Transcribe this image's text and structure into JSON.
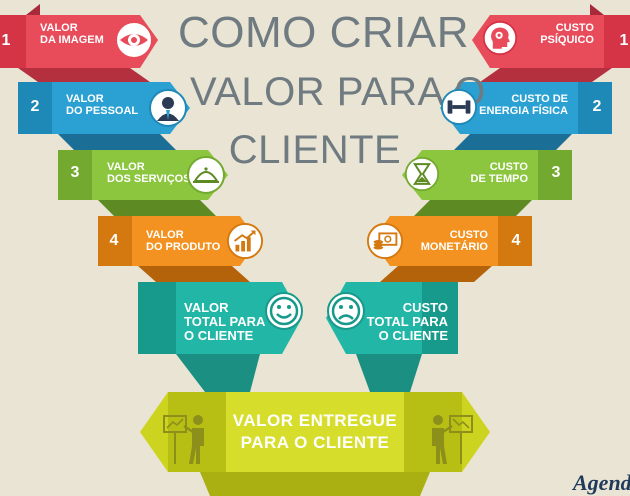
{
  "title": {
    "line1": "COMO CRIAR",
    "line2": "VALOR PARA O",
    "line3": "CLIENTE"
  },
  "left_items": [
    {
      "number": "1",
      "line1": "VALOR",
      "line2": "DA IMAGEM",
      "icon": "eye-icon",
      "color": "#e84b5a"
    },
    {
      "number": "2",
      "line1": "VALOR",
      "line2": "DO PESSOAL",
      "icon": "person-icon",
      "color": "#2ba1d3"
    },
    {
      "number": "3",
      "line1": "VALOR",
      "line2": "DOS SERVIÇOS",
      "icon": "service-cloche-icon",
      "color": "#8cc63f"
    },
    {
      "number": "4",
      "line1": "VALOR",
      "line2": "DO PRODUTO",
      "icon": "growth-chart-icon",
      "color": "#f39221"
    }
  ],
  "right_items": [
    {
      "number": "1",
      "line1": "CUSTO",
      "line2": "PSÍQUICO",
      "icon": "head-gear-icon",
      "color": "#e84b5a"
    },
    {
      "number": "2",
      "line1": "CUSTO DE",
      "line2": "ENERGIA FÍSICA",
      "icon": "dumbbell-icon",
      "color": "#2ba1d3"
    },
    {
      "number": "3",
      "line1": "CUSTO",
      "line2": "DE TEMPO",
      "icon": "hourglass-icon",
      "color": "#8cc63f"
    },
    {
      "number": "4",
      "line1": "CUSTO",
      "line2": "MONETÁRIO",
      "icon": "money-icon",
      "color": "#f39221"
    }
  ],
  "total_left": {
    "line1": "VALOR",
    "line2": "TOTAL PARA",
    "line3": "O CLIENTE",
    "icon": "smiley-icon",
    "color": "#22b6a6"
  },
  "total_right": {
    "line1": "CUSTO",
    "line2": "TOTAL PARA",
    "line3": "O CLIENTE",
    "icon": "sad-face-icon",
    "color": "#22b6a6"
  },
  "final": {
    "line1": "VALOR  ENTREGUE",
    "line2": "PARA O CLIENTE",
    "icon": "presenter-icon",
    "color": "#cdd41f"
  },
  "logo": {
    "text": "Agend"
  }
}
